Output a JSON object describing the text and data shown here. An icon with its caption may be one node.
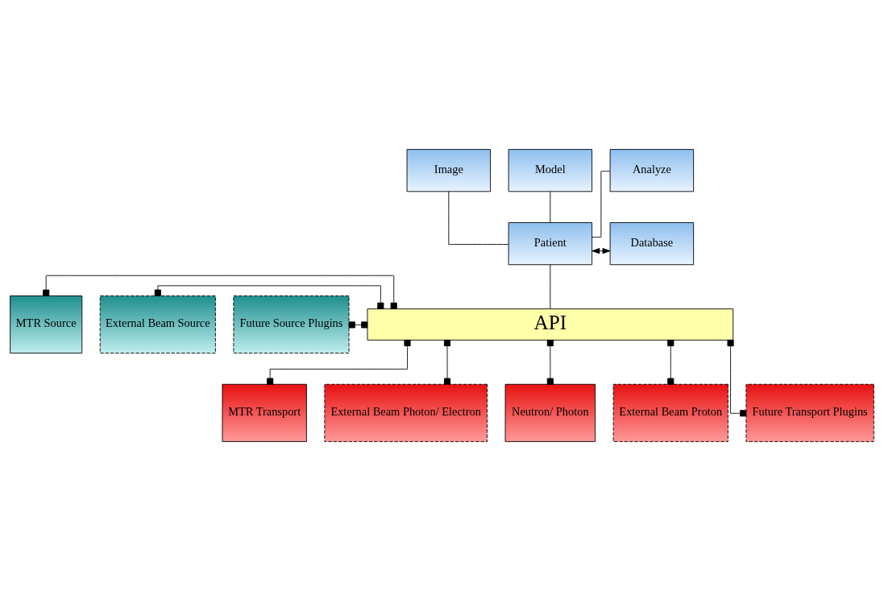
{
  "diagram": {
    "nodes": [
      {
        "text": [
          "Image"
        ]
      },
      {
        "text": [
          "Model"
        ]
      },
      {
        "text": [
          "Analyze"
        ]
      },
      {
        "text": [
          "Patient"
        ]
      },
      {
        "text": [
          "Database"
        ]
      },
      {
        "text": [
          "MTR Source"
        ]
      },
      {
        "text": [
          "External Beam Source"
        ]
      },
      {
        "text": [
          "Future Source Plugins"
        ]
      },
      {
        "text": [
          "API"
        ]
      },
      {
        "text": [
          "MTR Transport"
        ]
      },
      {
        "text": [
          "External Beam Photon/ Electron"
        ]
      },
      {
        "text": [
          "Neutron/ Photon"
        ]
      },
      {
        "text": [
          "External Beam Proton"
        ]
      },
      {
        "text": [
          "Future Transport Plugins"
        ]
      }
    ],
    "edges": [
      {
        "from": 0,
        "to": 3,
        "arrow": "none"
      },
      {
        "from": 1,
        "to": 3,
        "arrow": "none"
      },
      {
        "from": 2,
        "to": 3,
        "arrow": "none"
      },
      {
        "from": 3,
        "to": 4,
        "arrow": "both"
      },
      {
        "from": 3,
        "to": 8,
        "arrow": "none"
      },
      {
        "from": 5,
        "to": 8,
        "arrow": "other"
      },
      {
        "from": 6,
        "to": 8,
        "arrow": "other"
      },
      {
        "from": 7,
        "to": 8,
        "arrow": "other"
      },
      {
        "from": 8,
        "to": 9,
        "arrow": "other"
      },
      {
        "from": 8,
        "to": 10,
        "arrow": "other"
      },
      {
        "from": 8,
        "to": 11,
        "arrow": "other"
      },
      {
        "from": 8,
        "to": 12,
        "arrow": "other"
      },
      {
        "from": 8,
        "to": 13,
        "arrow": "other"
      }
    ]
  }
}
